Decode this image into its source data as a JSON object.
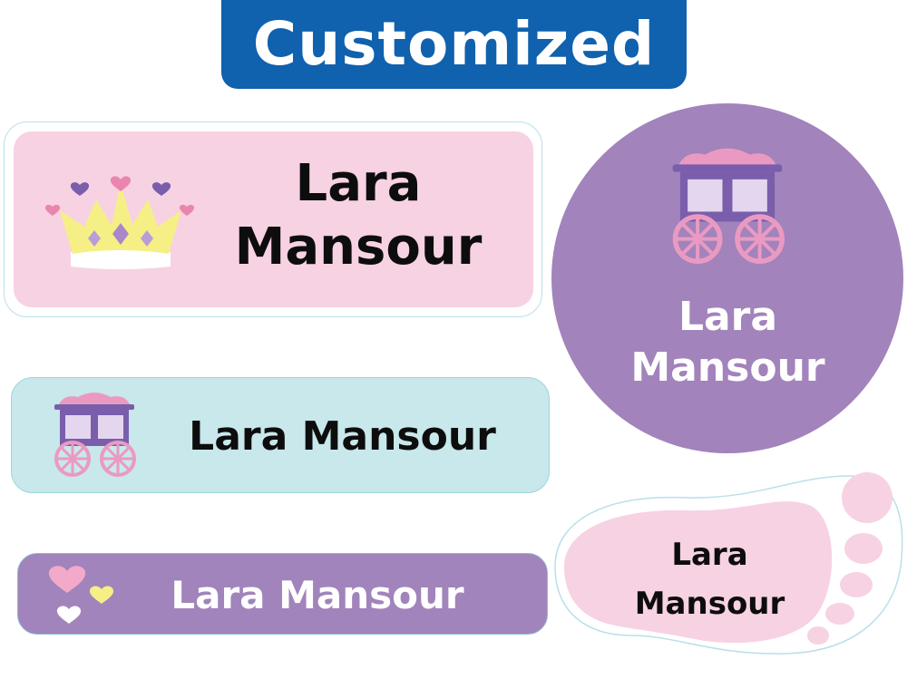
{
  "banner": {
    "title": "Customized"
  },
  "labels": {
    "rect_pink": {
      "name": "Lara\nMansour",
      "icon": "crown-icon"
    },
    "rect_blue": {
      "name": "Lara Mansour",
      "icon": "carriage-icon"
    },
    "rect_purple": {
      "name": "Lara Mansour",
      "icon": "hearts-icon"
    },
    "circle": {
      "name": "Lara\nMansour",
      "icon": "carriage-icon"
    },
    "foot": {
      "name": "Lara\nMansour"
    }
  },
  "colors": {
    "banner": "#1061ae",
    "pink": "#f7d2e3",
    "light_blue": "#c8e8eb",
    "purple": "#a184bb"
  }
}
